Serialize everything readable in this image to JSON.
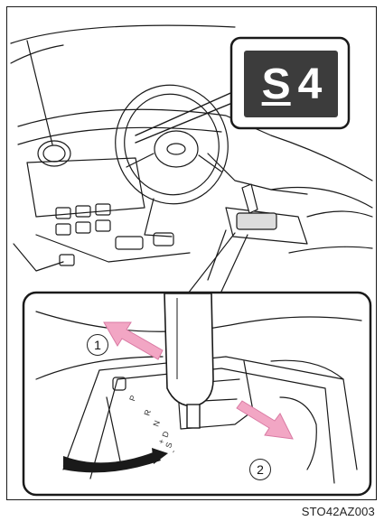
{
  "figure_id": "STO42AZ003",
  "shift_indicator": {
    "letter": "S",
    "number": "4"
  },
  "callouts": [
    "1",
    "2"
  ],
  "gate_letters": [
    "P",
    "R",
    "N",
    "D",
    "S",
    "+",
    "-"
  ],
  "colors": {
    "arrow": "#f2a6c4",
    "panel": "#3c3c3c",
    "line": "#1a1a1a"
  }
}
